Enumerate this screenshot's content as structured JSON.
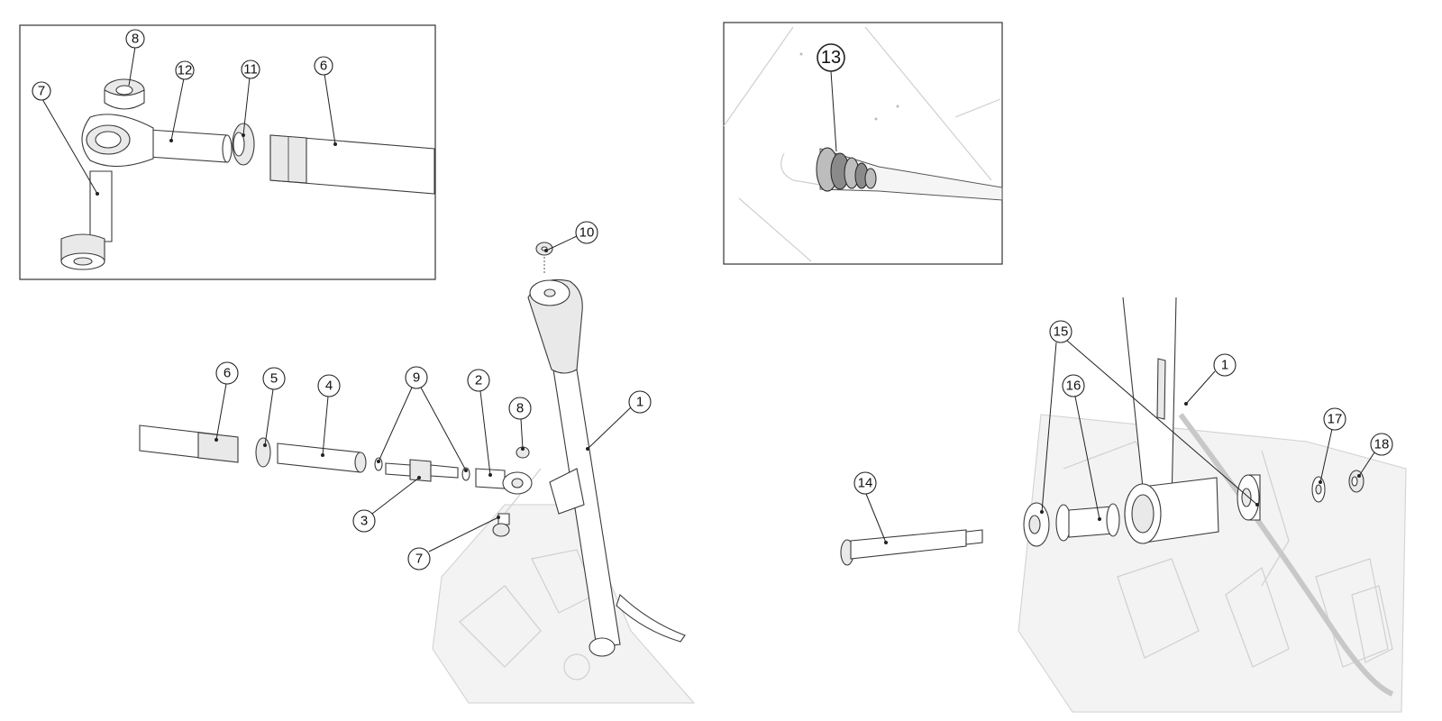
{
  "diagram": {
    "inset_left": {
      "callouts": [
        "8",
        "7",
        "12",
        "11",
        "6"
      ]
    },
    "inset_right": {
      "callouts": [
        "13"
      ]
    },
    "main_left": {
      "callouts": [
        "10",
        "1",
        "6",
        "5",
        "4",
        "9",
        "2",
        "8",
        "3",
        "7"
      ]
    },
    "main_right": {
      "callouts": [
        "15",
        "1",
        "16",
        "14",
        "17",
        "18"
      ]
    }
  }
}
